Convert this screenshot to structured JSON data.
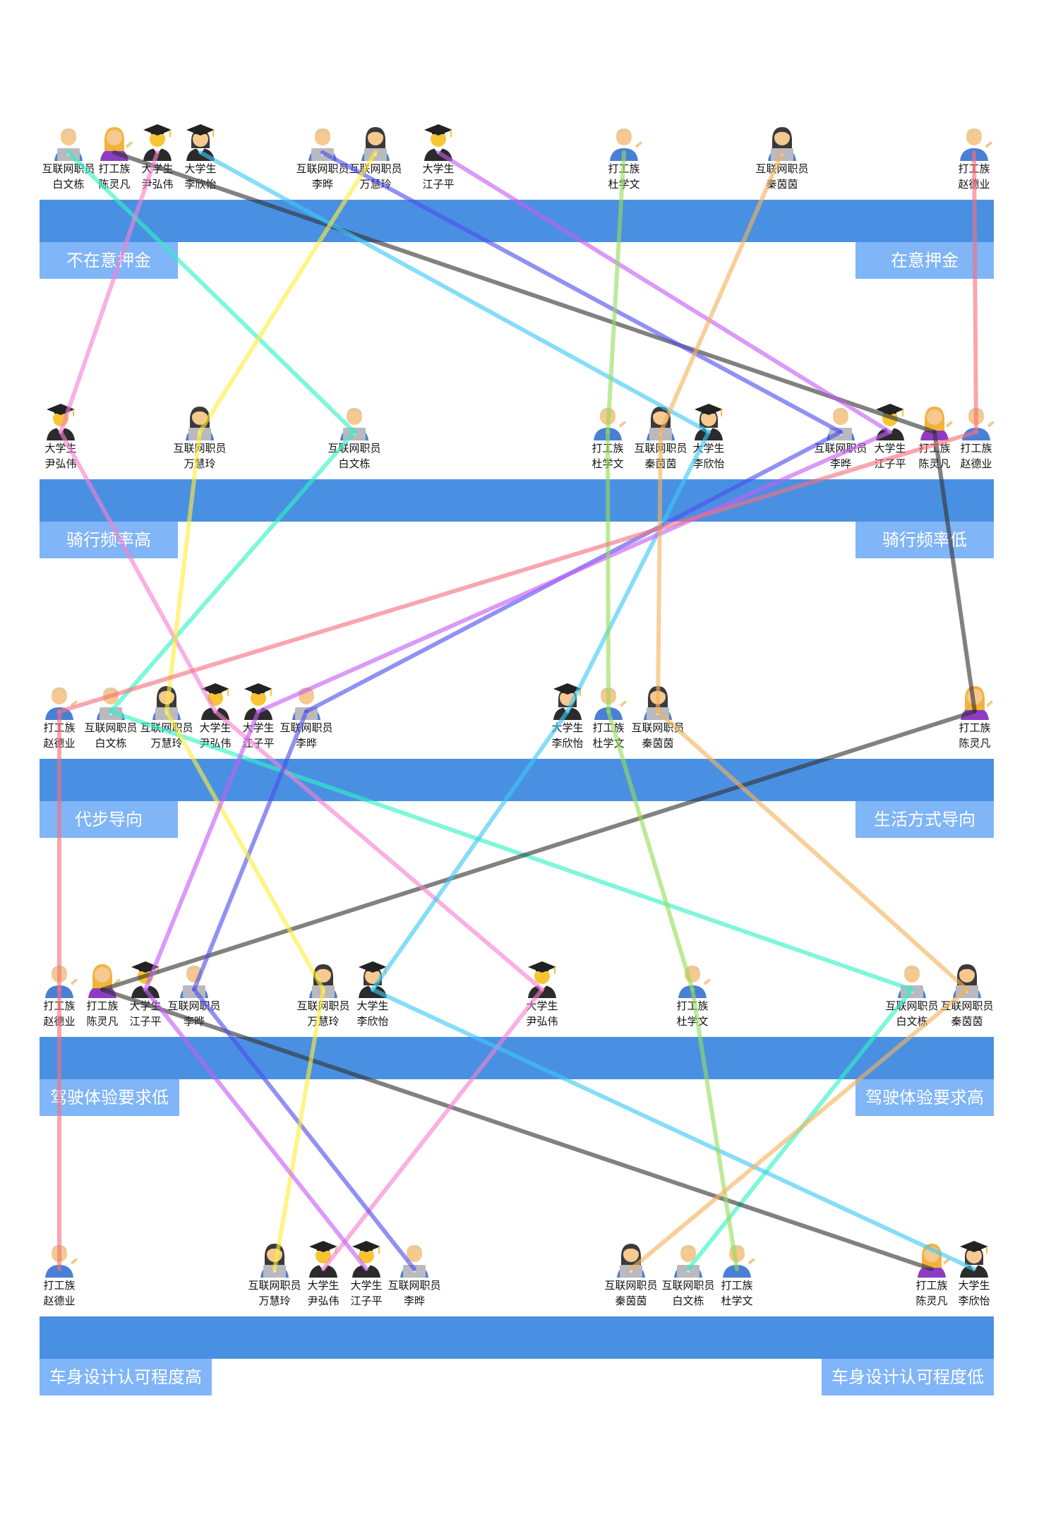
{
  "colors": {
    "bar": "#4a90e2",
    "tag": "#80b5f7",
    "people": {
      "赵德业": "#f7707c",
      "白文栋": "#2ff2c4",
      "万慧玲": "#ffee3a",
      "尹弘伟": "#f77fcf",
      "江子平": "#c55cf5",
      "李晔": "#4d4dee",
      "李欣怡": "#3bc8f5",
      "杜学文": "#94dd58",
      "秦茵茵": "#f5b25a",
      "陈灵凡": "#333333"
    }
  },
  "rows": [
    {
      "left_label": "不在意押金",
      "right_label": "在意押金",
      "people": [
        {
          "role": "互联网职员",
          "name": "白文栋",
          "icon": "man-laptop-icon"
        },
        {
          "role": "打工族",
          "name": "陈灵凡",
          "icon": "woman-tipping-hand-icon"
        },
        {
          "role": "大学生",
          "name": "尹弘伟",
          "icon": "man-graduate-icon"
        },
        {
          "role": "大学生",
          "name": "李欣怡",
          "icon": "woman-graduate-icon"
        },
        {
          "role": "互联网职员",
          "name": "李晔",
          "icon": "man-laptop-icon"
        },
        {
          "role": "互联网职员",
          "name": "万慧玲",
          "icon": "woman-laptop-icon"
        },
        {
          "role": "大学生",
          "name": "江子平",
          "icon": "man-graduate-icon"
        },
        {
          "role": "打工族",
          "name": "杜学文",
          "icon": "man-tipping-hand-icon"
        },
        {
          "role": "互联网职员",
          "name": "秦茵茵",
          "icon": "woman-laptop-icon"
        },
        {
          "role": "打工族",
          "name": "赵德业",
          "icon": "man-tipping-hand-icon"
        }
      ]
    },
    {
      "left_label": "骑行频率高",
      "right_label": "骑行频率低",
      "people": [
        {
          "role": "大学生",
          "name": "尹弘伟",
          "icon": "man-graduate-icon"
        },
        {
          "role": "互联网职员",
          "name": "万慧玲",
          "icon": "woman-laptop-icon"
        },
        {
          "role": "互联网职员",
          "name": "白文栋",
          "icon": "man-laptop-icon"
        },
        {
          "role": "打工族",
          "name": "杜学文",
          "icon": "man-tipping-hand-icon"
        },
        {
          "role": "互联网职员",
          "name": "秦茵茵",
          "icon": "woman-laptop-icon"
        },
        {
          "role": "大学生",
          "name": "李欣怡",
          "icon": "woman-graduate-icon"
        },
        {
          "role": "互联网职员",
          "name": "李晔",
          "icon": "man-laptop-icon"
        },
        {
          "role": "大学生",
          "name": "江子平",
          "icon": "man-graduate-icon"
        },
        {
          "role": "打工族",
          "name": "陈灵凡",
          "icon": "woman-tipping-hand-icon"
        },
        {
          "role": "打工族",
          "name": "赵德业",
          "icon": "man-tipping-hand-icon"
        }
      ]
    },
    {
      "left_label": "代步导向",
      "right_label": "生活方式导向",
      "people": [
        {
          "role": "打工族",
          "name": "赵德业",
          "icon": "man-tipping-hand-icon"
        },
        {
          "role": "互联网职员",
          "name": "白文栋",
          "icon": "man-laptop-icon"
        },
        {
          "role": "互联网职员",
          "name": "万慧玲",
          "icon": "woman-laptop-icon"
        },
        {
          "role": "大学生",
          "name": "尹弘伟",
          "icon": "man-graduate-icon"
        },
        {
          "role": "大学生",
          "name": "江子平",
          "icon": "man-graduate-icon"
        },
        {
          "role": "互联网职员",
          "name": "李晔",
          "icon": "man-laptop-icon"
        },
        {
          "role": "大学生",
          "name": "李欣怡",
          "icon": "woman-graduate-icon"
        },
        {
          "role": "打工族",
          "name": "杜学文",
          "icon": "man-tipping-hand-icon"
        },
        {
          "role": "互联网职员",
          "name": "秦茵茵",
          "icon": "woman-laptop-icon"
        },
        {
          "role": "打工族",
          "name": "陈灵凡",
          "icon": "woman-tipping-hand-icon"
        }
      ]
    },
    {
      "left_label": "驾驶体验要求低",
      "right_label": "驾驶体验要求高",
      "people": [
        {
          "role": "打工族",
          "name": "赵德业",
          "icon": "man-tipping-hand-icon"
        },
        {
          "role": "打工族",
          "name": "陈灵凡",
          "icon": "woman-tipping-hand-icon"
        },
        {
          "role": "大学生",
          "name": "江子平",
          "icon": "man-graduate-icon"
        },
        {
          "role": "互联网职员",
          "name": "李晔",
          "icon": "man-laptop-icon"
        },
        {
          "role": "互联网职员",
          "name": "万慧玲",
          "icon": "woman-laptop-icon"
        },
        {
          "role": "大学生",
          "name": "李欣怡",
          "icon": "woman-graduate-icon"
        },
        {
          "role": "大学生",
          "name": "尹弘伟",
          "icon": "man-graduate-icon"
        },
        {
          "role": "打工族",
          "name": "杜学文",
          "icon": "man-tipping-hand-icon"
        },
        {
          "role": "互联网职员",
          "name": "白文栋",
          "icon": "man-laptop-icon"
        },
        {
          "role": "互联网职员",
          "name": "秦茵茵",
          "icon": "woman-laptop-icon"
        }
      ]
    },
    {
      "left_label": "车身设计认可程度高",
      "right_label": "车身设计认可程度低",
      "people": [
        {
          "role": "打工族",
          "name": "赵德业",
          "icon": "man-tipping-hand-icon"
        },
        {
          "role": "互联网职员",
          "name": "万慧玲",
          "icon": "woman-laptop-icon"
        },
        {
          "role": "大学生",
          "name": "尹弘伟",
          "icon": "man-graduate-icon"
        },
        {
          "role": "大学生",
          "name": "江子平",
          "icon": "man-graduate-icon"
        },
        {
          "role": "互联网职员",
          "name": "李晔",
          "icon": "man-laptop-icon"
        },
        {
          "role": "互联网职员",
          "name": "秦茵茵",
          "icon": "woman-laptop-icon"
        },
        {
          "role": "互联网职员",
          "name": "白文栋",
          "icon": "man-laptop-icon"
        },
        {
          "role": "打工族",
          "name": "杜学文",
          "icon": "man-tipping-hand-icon"
        },
        {
          "role": "打工族",
          "name": "陈灵凡",
          "icon": "woman-tipping-hand-icon"
        },
        {
          "role": "大学生",
          "name": "李欣怡",
          "icon": "woman-graduate-icon"
        }
      ]
    }
  ]
}
